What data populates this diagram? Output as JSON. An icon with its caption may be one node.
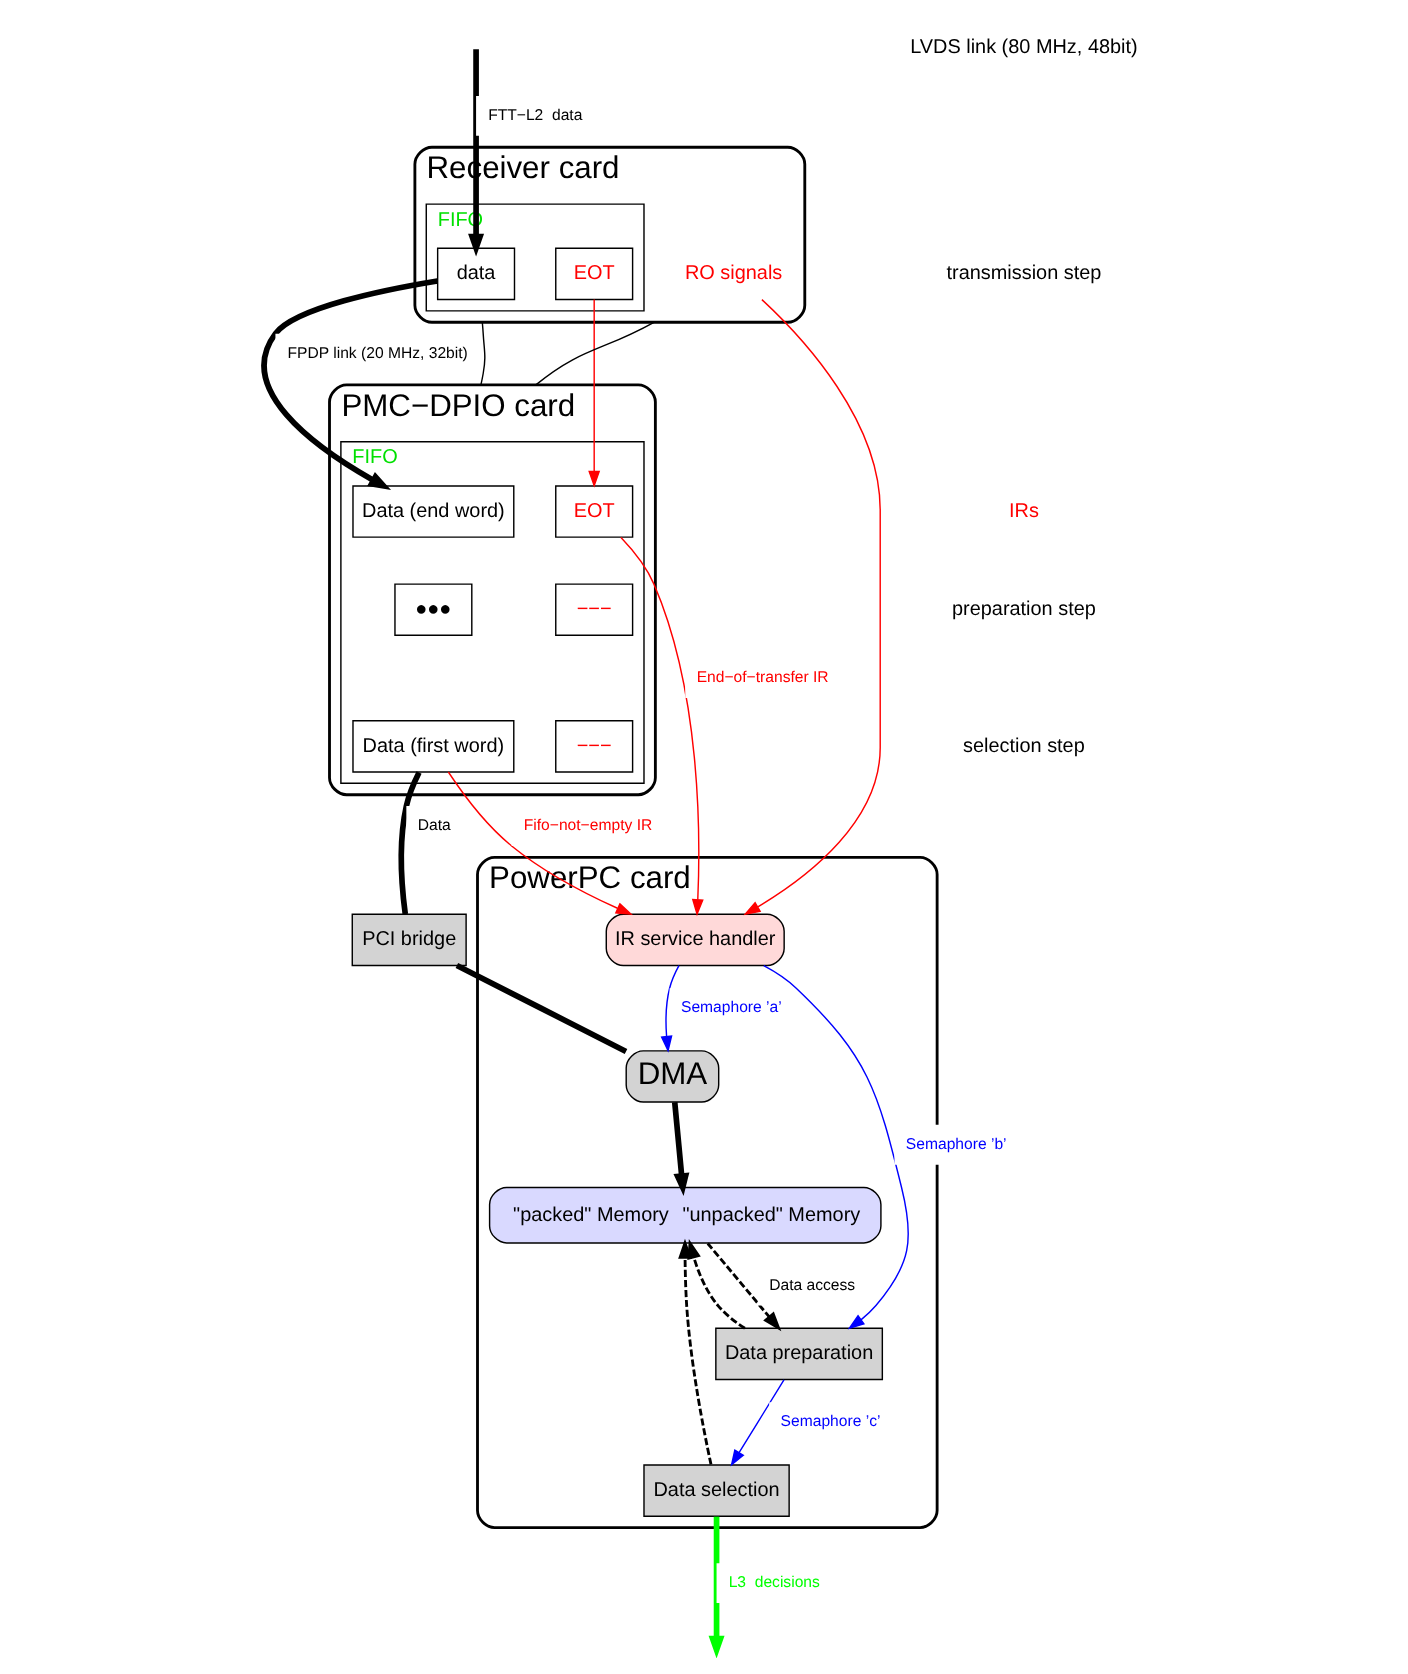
{
  "diagram": {
    "nodes": [
      {
        "text": [
          "Receiver card"
        ]
      },
      {
        "text": [
          "FIFO"
        ],
        "in": 0
      },
      {
        "text": [
          "data"
        ],
        "in": 1
      },
      {
        "text": [
          "EOT"
        ],
        "in": 1
      },
      {
        "text": [
          "RO signals"
        ],
        "in": 0
      },
      {
        "text": [
          "PMC−DPIO card"
        ]
      },
      {
        "text": [
          "FIFO"
        ],
        "in": 5
      },
      {
        "text": [
          "Data (end word)"
        ],
        "in": 6
      },
      {
        "text": [
          "EOT"
        ],
        "in": 6
      },
      {
        "text": [
          "●●●"
        ],
        "in": 6
      },
      {
        "text": [
          "−−−"
        ],
        "in": 6
      },
      {
        "text": [
          "Data (first word)"
        ],
        "in": 6
      },
      {
        "text": [
          "−−−"
        ],
        "in": 6
      },
      {
        "text": [
          "PCI bridge"
        ]
      },
      {
        "text": [
          "PowerPC card"
        ]
      },
      {
        "text": [
          "DMA"
        ],
        "in": 14
      },
      {
        "text": [
          "IR service handler"
        ],
        "in": 14
      },
      {
        "text": [
          "\"packed\" Memory",
          "\"unpacked\" Memory"
        ],
        "in": 14
      },
      {
        "text": [
          "Data preparation"
        ],
        "in": 14
      },
      {
        "text": [
          "Data selection"
        ],
        "in": 14
      }
    ],
    "edges": [
      {
        "from": null,
        "to": 2,
        "arrow": "to",
        "label": "FTT−L2  data",
        "style": "thick"
      },
      {
        "from": 2,
        "to": 7,
        "arrow": "to",
        "label": "FPDP link (20 MHz, 32bit)",
        "style": "thick"
      },
      {
        "from": 0,
        "to": 5,
        "arrow": "none"
      },
      {
        "from": 0,
        "to": 5,
        "arrow": "none"
      },
      {
        "from": 3,
        "to": 8,
        "arrow": "to",
        "color": "#ff0000"
      },
      {
        "from": 11,
        "to": 13,
        "arrow": "none",
        "label": "Data",
        "style": "thick"
      },
      {
        "from": 13,
        "to": 15,
        "arrow": "none",
        "style": "thick"
      },
      {
        "from": 4,
        "to": 16,
        "arrow": "to",
        "color": "#ff0000"
      },
      {
        "from": 11,
        "to": 16,
        "arrow": "to",
        "label": "Fifo−not−empty IR",
        "color": "#ff0000"
      },
      {
        "from": 8,
        "to": 16,
        "arrow": "to",
        "label": "End−of−transfer IR",
        "color": "#ff0000"
      },
      {
        "from": 16,
        "to": 15,
        "arrow": "to",
        "label": "Semaphore ’a’",
        "color": "#0000ff"
      },
      {
        "from": 15,
        "to": 17,
        "arrow": "to",
        "style": "thick"
      },
      {
        "from": 16,
        "to": 18,
        "arrow": "to",
        "label": "Semaphore ’b’",
        "color": "#0000ff"
      },
      {
        "from": 17,
        "to": 18,
        "arrow": "to",
        "label": "Data access",
        "style": "dashed"
      },
      {
        "from": 18,
        "to": 17,
        "arrow": "to",
        "style": "dashed"
      },
      {
        "from": 18,
        "to": 19,
        "arrow": "to",
        "label": "Semaphore ’c’",
        "color": "#0000ff"
      },
      {
        "from": 19,
        "to": 17,
        "arrow": "to",
        "style": "dashed"
      },
      {
        "from": 19,
        "to": null,
        "arrow": "to",
        "label": "L3  decisions",
        "style": "thick",
        "color": "#00ff00"
      }
    ],
    "labels": [
      "LVDS link (80 MHz, 48bit)",
      "transmission step",
      "IRs",
      "preparation step",
      "selection step"
    ]
  }
}
